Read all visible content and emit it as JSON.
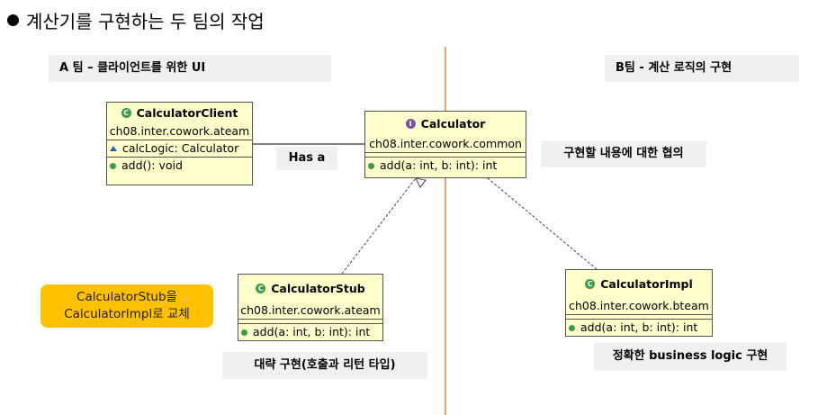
{
  "title": "계산기를 구현하는 두 팀의 작업",
  "team_a_label": "A 팀 – 클라이언트를 위한 UI",
  "team_b_label": "B팀 - 계산 로직의 구현",
  "has_a_label": "Has a",
  "agreement_label": "구현할 내용에 대한 협의",
  "stub_note": "대략 구현(호출과 리턴 타입)",
  "impl_note": "정확한 business logic 구현",
  "callout": {
    "line1": "CalculatorStub을",
    "line2": "CalculatorImpl로 교체"
  },
  "classes": {
    "client": {
      "name": "CalculatorClient",
      "package": "ch08.inter.cowork.ateam",
      "field": "calcLogic: Calculator",
      "method": "add(): void"
    },
    "calculator": {
      "name": "Calculator",
      "package": "ch08.inter.cowork.common",
      "method": "add(a: int, b: int): int"
    },
    "stub": {
      "name": "CalculatorStub",
      "package": "ch08.inter.cowork.ateam",
      "method": "add(a: int, b: int): int"
    },
    "impl": {
      "name": "CalculatorImpl",
      "package": "ch08.inter.cowork.bteam",
      "method": "add(a: int, b: int): int"
    }
  },
  "colors": {
    "class_fill": "#ffffcc",
    "class_icon": "#3c9b48",
    "interface_icon": "#7a4fa8",
    "divider": "#f0a070",
    "callout_fill": "#ffc000",
    "label_fill": "#f0f0f0"
  }
}
